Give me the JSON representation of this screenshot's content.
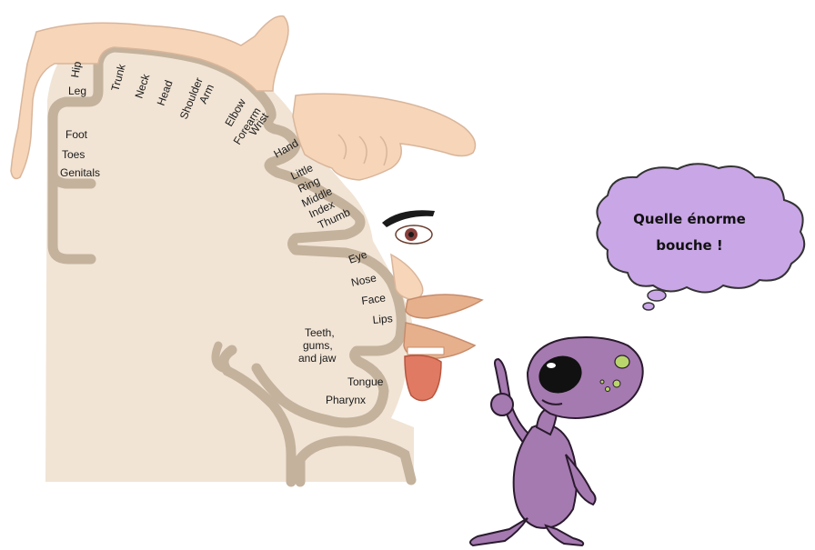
{
  "homunculus": {
    "labels": [
      "Hip",
      "Leg",
      "Trunk",
      "Neck",
      "Head",
      "Shoulder",
      "Arm",
      "Elbow",
      "Forearm",
      "Wrist",
      "Hand",
      "Little",
      "Ring",
      "Middle",
      "Index",
      "Thumb",
      "Foot",
      "Toes",
      "Genitals",
      "Eye",
      "Nose",
      "Face",
      "Lips",
      "Teeth,",
      "gums,",
      "and jaw",
      "Tongue",
      "Pharynx"
    ]
  },
  "speech_bubble": {
    "line1": "Quelle énorme",
    "line2": "bouche !"
  },
  "colors": {
    "cortex_fill": "#f1e4d5",
    "cortex_border": "#c4b29c",
    "skin": "#f6d5b8",
    "lips": "#e7b08c",
    "tongue": "#e07a63",
    "bubble_fill": "#c9a6e6",
    "bubble_stroke": "#333333",
    "alien_body": "#a57ab0",
    "alien_eye": "#111111",
    "alien_spots": "#b8d66c"
  }
}
